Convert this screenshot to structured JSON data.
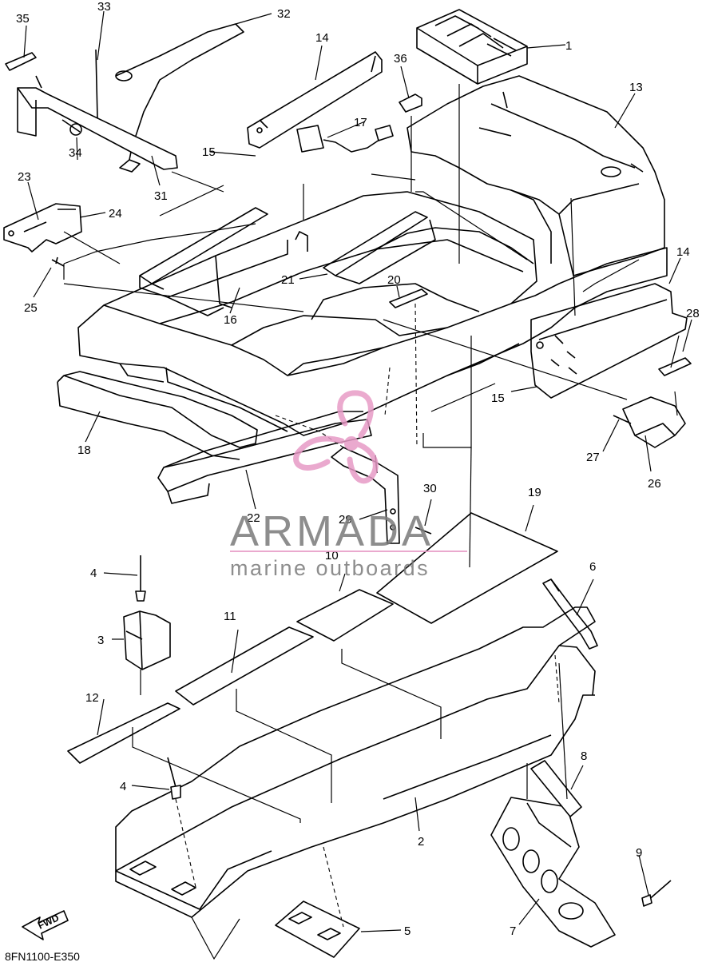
{
  "diagram": {
    "code": "8FN1100-E350",
    "direction_label": "FWD",
    "callouts": [
      "1",
      "2",
      "3",
      "4",
      "4",
      "5",
      "6",
      "7",
      "8",
      "9",
      "10",
      "11",
      "12",
      "13",
      "14",
      "14",
      "15",
      "15",
      "16",
      "17",
      "18",
      "19",
      "20",
      "21",
      "22",
      "23",
      "24",
      "25",
      "26",
      "27",
      "28",
      "29",
      "30",
      "31",
      "32",
      "33",
      "34",
      "35",
      "36"
    ]
  },
  "watermark": {
    "brand": "ARMADA",
    "tagline": "marine outboards",
    "brand_color": "#e79bc6",
    "text_color": "#7a7a7a"
  }
}
